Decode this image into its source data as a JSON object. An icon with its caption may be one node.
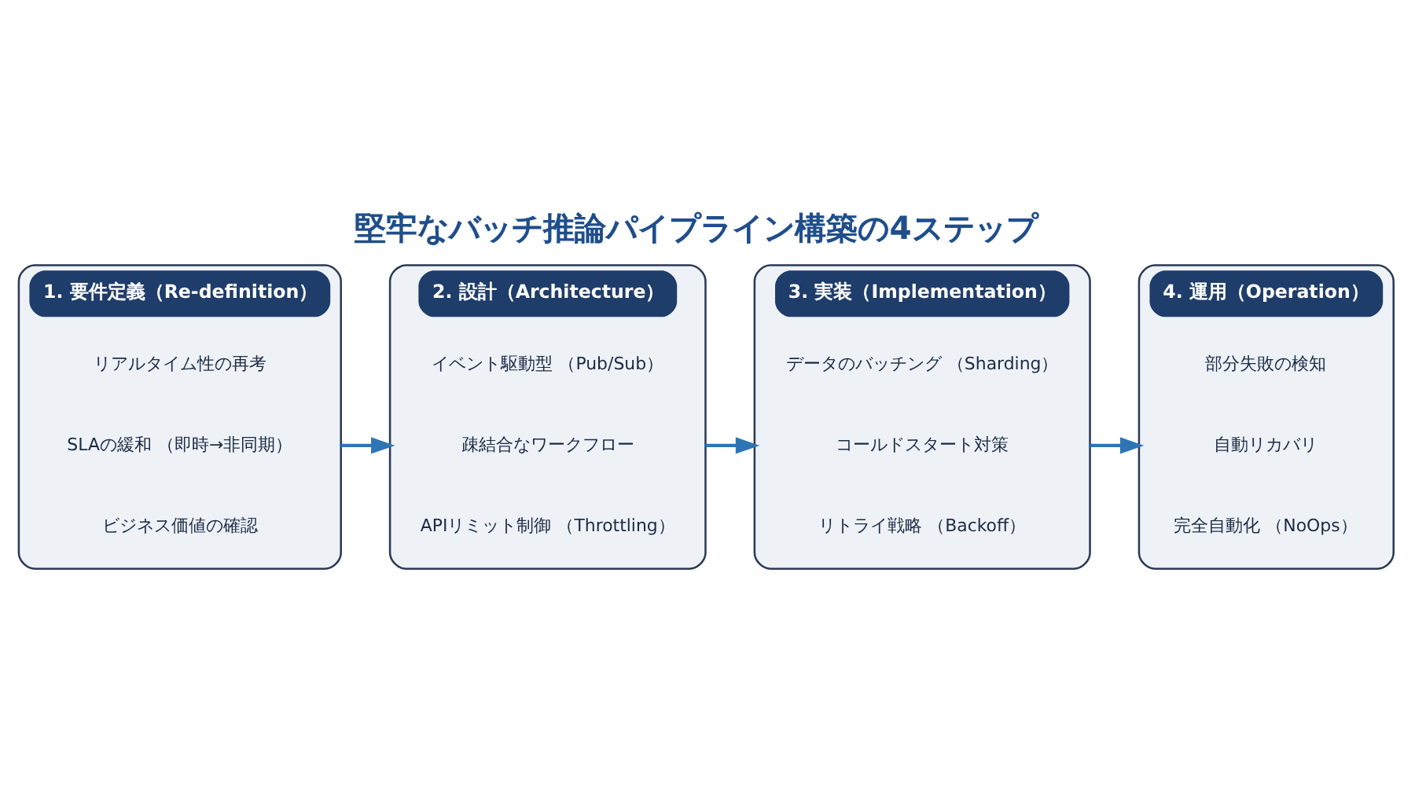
{
  "diagram": {
    "title": "堅牢なバッチ推論パイプライン構築の4ステップ",
    "nodes": [
      {
        "text": [
          "1. 要件定義（Re-definition）"
        ]
      },
      {
        "text": [
          "リアルタイム性の再考"
        ],
        "in": 0
      },
      {
        "text": [
          "SLAの緩和 （即時→非同期）"
        ],
        "in": 0
      },
      {
        "text": [
          "ビジネス価値の確認"
        ],
        "in": 0
      },
      {
        "text": [
          "2. 設計（Architecture）"
        ]
      },
      {
        "text": [
          "イベント駆動型 （Pub/Sub）"
        ],
        "in": 4
      },
      {
        "text": [
          "疎結合なワークフロー"
        ],
        "in": 4
      },
      {
        "text": [
          "APIリミット制御 （Throttling）"
        ],
        "in": 4
      },
      {
        "text": [
          "3. 実装（Implementation）"
        ]
      },
      {
        "text": [
          "データのバッチング （Sharding）"
        ],
        "in": 8
      },
      {
        "text": [
          "コールドスタート対策"
        ],
        "in": 8
      },
      {
        "text": [
          "リトライ戦略 （Backoff）"
        ],
        "in": 8
      },
      {
        "text": [
          "4. 運用（Operation）"
        ]
      },
      {
        "text": [
          "部分失敗の検知"
        ],
        "in": 12
      },
      {
        "text": [
          "自動リカバリ"
        ],
        "in": 12
      },
      {
        "text": [
          "完全自動化 （NoOps）"
        ],
        "in": 12
      }
    ],
    "edges": [
      {
        "from": 0,
        "to": 4,
        "arrow": "to"
      },
      {
        "from": 4,
        "to": 8,
        "arrow": "to"
      },
      {
        "from": 8,
        "to": 12,
        "arrow": "to"
      }
    ]
  }
}
